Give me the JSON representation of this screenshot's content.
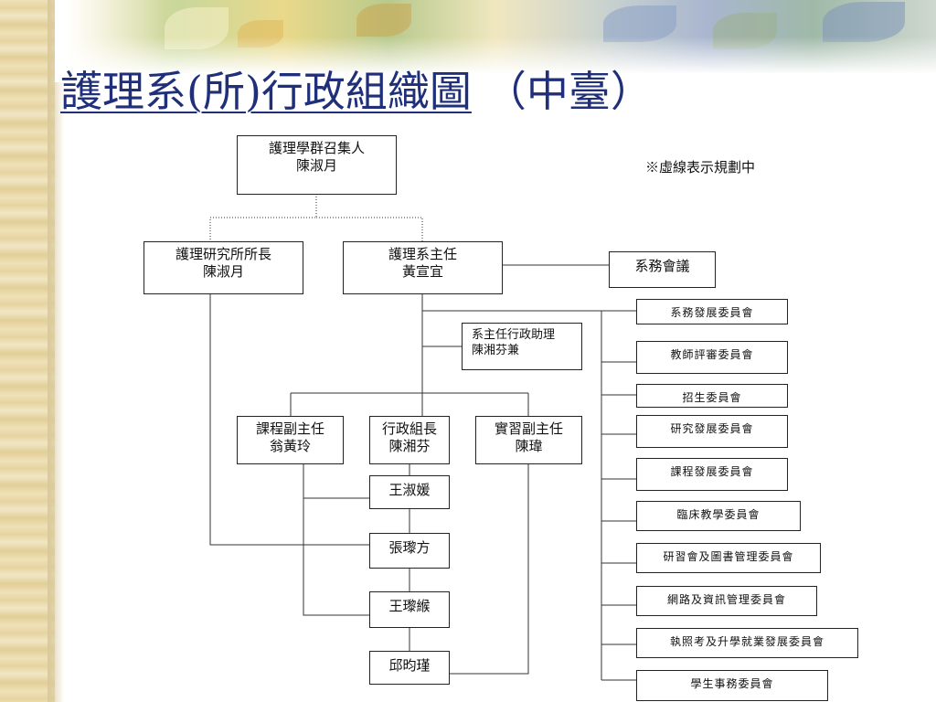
{
  "title": {
    "main": "護理系(所)行政組織圖",
    "sub": "（中臺）"
  },
  "note": "※虛線表示規劃中",
  "chart": {
    "convener": {
      "title": "護理學群召集人",
      "name": "陳淑月"
    },
    "institute_head": {
      "title": "護理研究所所長",
      "name": "陳淑月"
    },
    "dept_head": {
      "title": "護理系主任",
      "name": "黃宣宜"
    },
    "dept_meeting": "系務會議",
    "assistant": {
      "title": "系主任行政助理",
      "name": "陳湘芬兼"
    },
    "curriculum_deputy": {
      "title": "課程副主任",
      "name": "翁黃玲"
    },
    "admin_leader": {
      "title": "行政組長",
      "name": "陳湘芬"
    },
    "practicum_deputy": {
      "title": "實習副主任",
      "name": "陳瑋"
    },
    "staff": [
      "王淑媛",
      "張瓈方",
      "王瓈緱",
      "邱昀瑾"
    ],
    "committees": [
      "系務發展委員會",
      "教師評審委員會",
      "招生委員會",
      "研究發展委員會",
      "課程發展委員會",
      "臨床教學委員會",
      "研習會及圖書管理委員會",
      "網路及資訊管理委員會",
      "執照考及升學就業發展委員會",
      "學生事務委員會"
    ]
  }
}
